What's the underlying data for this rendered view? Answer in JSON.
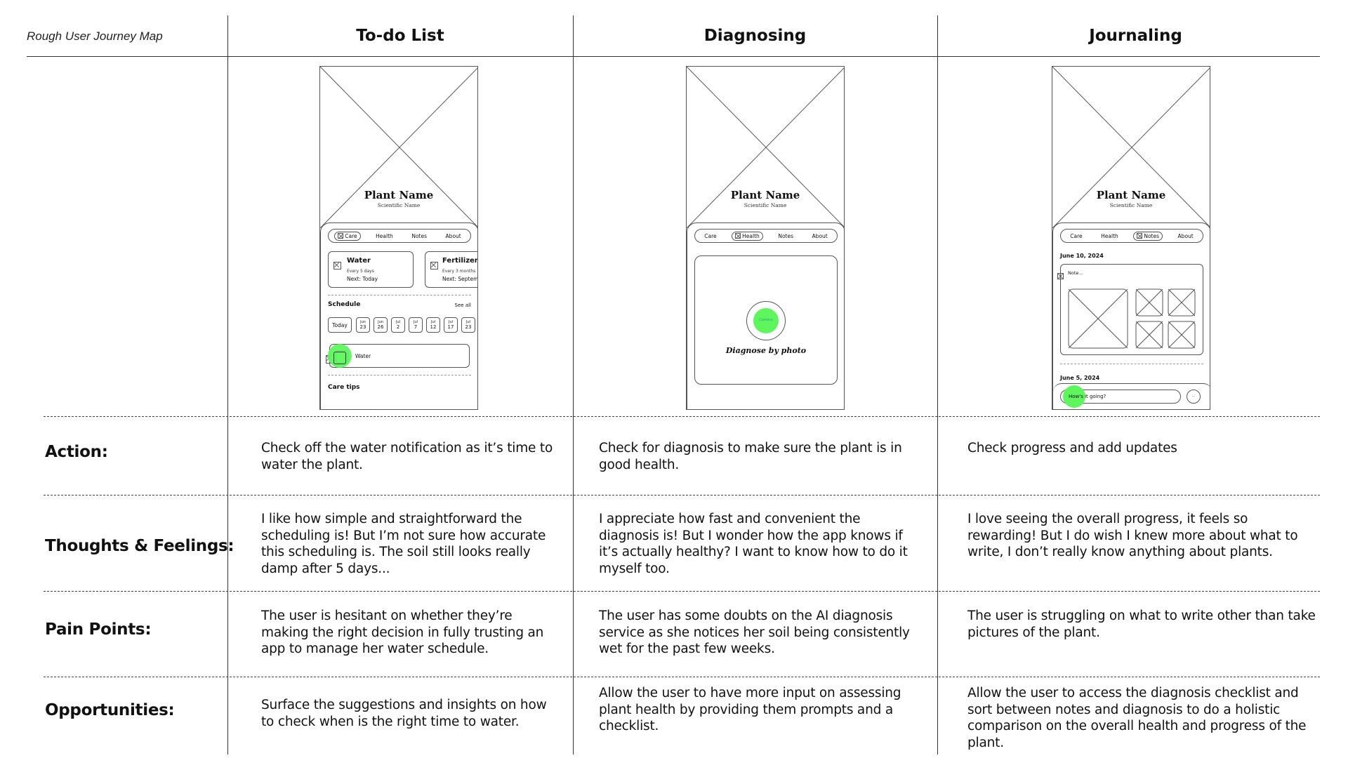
{
  "map_title": "Rough User Journey Map",
  "columns": [
    "To-do List",
    "Diagnosing",
    "Journaling"
  ],
  "rows": [
    {
      "label": "Action:",
      "cells": [
        "Check off the water notification as it’s time to water the plant.",
        "Check for diagnosis to make sure the plant is in good health.",
        "Check progress and add updates"
      ]
    },
    {
      "label": "Thoughts & Feelings:",
      "cells": [
        "I like how simple and straightforward the scheduling is! But I’m not sure how accurate this scheduling is. The soil still looks really damp after 5 days...",
        "I appreciate how fast and convenient the diagnosis is! But I wonder how the app knows if it’s actually healthy? I want to know how to do it myself too.",
        "I love seeing the overall progress, it feels so rewarding! But I do wish I knew more about what to write, I don’t really know anything about plants."
      ]
    },
    {
      "label": "Pain Points:",
      "cells": [
        "The user is hesitant on whether they’re making the right decision in fully trusting an app to manage her water schedule.",
        "The user has some doubts on the AI diagnosis service as she notices her soil being consistently wet for the past few weeks.",
        "The user is struggling on what to write other than take pictures of the plant."
      ]
    },
    {
      "label": "Opportunities:",
      "cells": [
        "Surface the suggestions and insights on how to check when is the right time to water.",
        "Allow the user to have more input on assessing plant health by providing them prompts and a checklist.",
        "Allow the user to access the diagnosis checklist and sort between notes and diagnosis to do a holistic comparison on the overall health and progress of the plant."
      ]
    }
  ],
  "wireframe": {
    "plant_name": "Plant Name",
    "scientific_name": "Scientific Name",
    "tabs": [
      "Care",
      "Health",
      "Notes",
      "About"
    ],
    "todo": {
      "water_title": "Water",
      "water_freq": "Every 5 days",
      "water_next": "Next: Today",
      "fert_title": "Fertilizer",
      "fert_freq": "Every 3 months",
      "fert_next": "Next: Septem",
      "schedule_label": "Schedule",
      "see_all": "See all",
      "today": "Today",
      "dates": [
        [
          "Jun",
          "23"
        ],
        [
          "Jun",
          "26"
        ],
        [
          "Jul",
          "2"
        ],
        [
          "Jul",
          "7"
        ],
        [
          "Jul",
          "12"
        ],
        [
          "Jul",
          "17"
        ],
        [
          "Jul",
          "23"
        ]
      ],
      "task_label": "Water",
      "care_tips": "Care tips"
    },
    "diagnose": {
      "camera": "Camera",
      "caption": "Diagnose by photo"
    },
    "journal": {
      "date1": "June 10, 2024",
      "note": "Note...",
      "date2": "June 5, 2024",
      "input_placeholder": "How's it going?"
    }
  },
  "colors": {
    "highlight": "#5ff55f",
    "line": "#333333"
  }
}
